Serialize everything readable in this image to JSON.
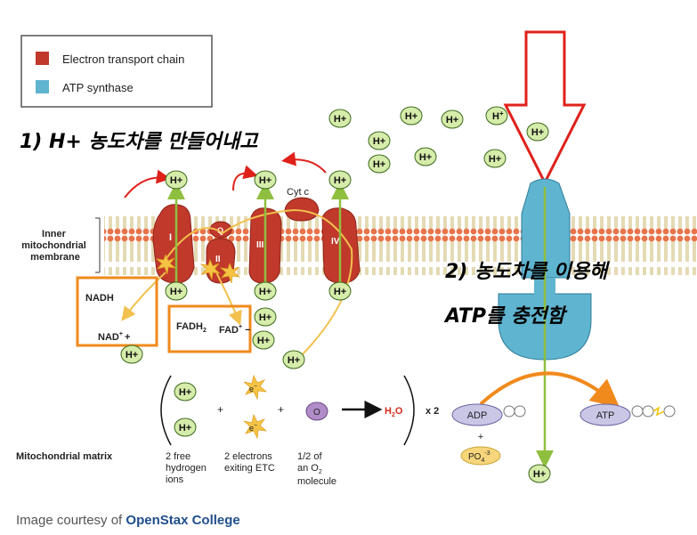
{
  "legend": {
    "etc_label": "Electron transport chain",
    "synthase_label": "ATP synthase",
    "etc_color": "#c0392b",
    "synthase_color": "#5fb4d0"
  },
  "annotations": {
    "step1": "1) H+ 농도차를 만들어내고",
    "step2_line1": "2) 농도차를 이용해",
    "step2_line2": "ATP를 충전함"
  },
  "labels": {
    "inner_membrane": [
      "Inner",
      "mitochondrial",
      "membrane"
    ],
    "cyt_c": "Cyt c",
    "complex_I": "I",
    "complex_II": "II",
    "complex_III": "III",
    "complex_IV": "IV",
    "q": "Q",
    "nadh": "NADH",
    "nad": "NAD",
    "nad_sup": "+",
    "nad_plus": "+",
    "fadh": "FADH",
    "fadh_sub": "2",
    "fad": "FAD",
    "fad_sup": "+",
    "fad_minus": "−",
    "h_plus": "H+",
    "h_plus_sup": "H",
    "electron": "e",
    "electron_sup": "−",
    "oxygen": "O",
    "water": "H",
    "water_sub": "2",
    "water_o": "O",
    "times_two": "x 2",
    "plus": "+",
    "adp": "ADP",
    "atp": "ATP",
    "po4": "PO",
    "po4_sub": "4",
    "po4_sup": "-3",
    "matrix": "Mitochondrial matrix",
    "caption_h": [
      "2 free",
      "hydrogen",
      "ions"
    ],
    "caption_e": [
      "2 electrons",
      "exiting ETC"
    ],
    "caption_o": [
      "1/2 of",
      "an O",
      "molecule"
    ],
    "caption_o_sub": "2"
  },
  "credit": {
    "prefix": "Image courtesy of ",
    "source": "OpenStax College",
    "source_color": "#1f4e8c"
  }
}
